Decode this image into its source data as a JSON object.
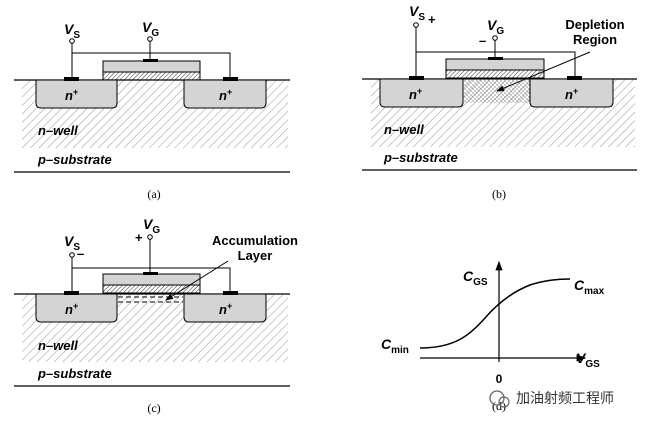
{
  "panels": {
    "a": {
      "caption": "(a)",
      "vs": "V",
      "vs_sub": "S",
      "vg": "V",
      "vg_sub": "G",
      "n_left": "n",
      "n_right": "n",
      "sup": "+",
      "well": "n–well",
      "substrate": "p–substrate"
    },
    "b": {
      "caption": "(b)",
      "vs": "V",
      "vs_sub": "S",
      "vs_sign": "+",
      "vg": "V",
      "vg_sub": "G",
      "vg_sign": "–",
      "region_line1": "Depletion",
      "region_line2": "Region",
      "n_left": "n",
      "n_right": "n",
      "sup": "+",
      "well": "n–well",
      "substrate": "p–substrate"
    },
    "c": {
      "caption": "(c)",
      "vs": "V",
      "vs_sub": "S",
      "vs_sign": "–",
      "vg": "V",
      "vg_sub": "G",
      "vg_sign": "+",
      "layer_line1": "Accumulation",
      "layer_line2": "Layer",
      "n_left": "n",
      "n_right": "n",
      "sup": "+",
      "well": "n–well",
      "substrate": "p–substrate"
    },
    "d": {
      "caption": "(d)",
      "y_label": "C",
      "y_sub": "GS",
      "x_label": "V",
      "x_sub": "GS",
      "min_label": "C",
      "min_sub": "min",
      "max_label": "C",
      "max_sub": "max",
      "zero": "0"
    }
  },
  "watermark": "加油射频工程师",
  "colors": {
    "diffusion": "#d4d4d4",
    "hatch": "#7a7a7a",
    "gate": "#d4d4d4"
  }
}
